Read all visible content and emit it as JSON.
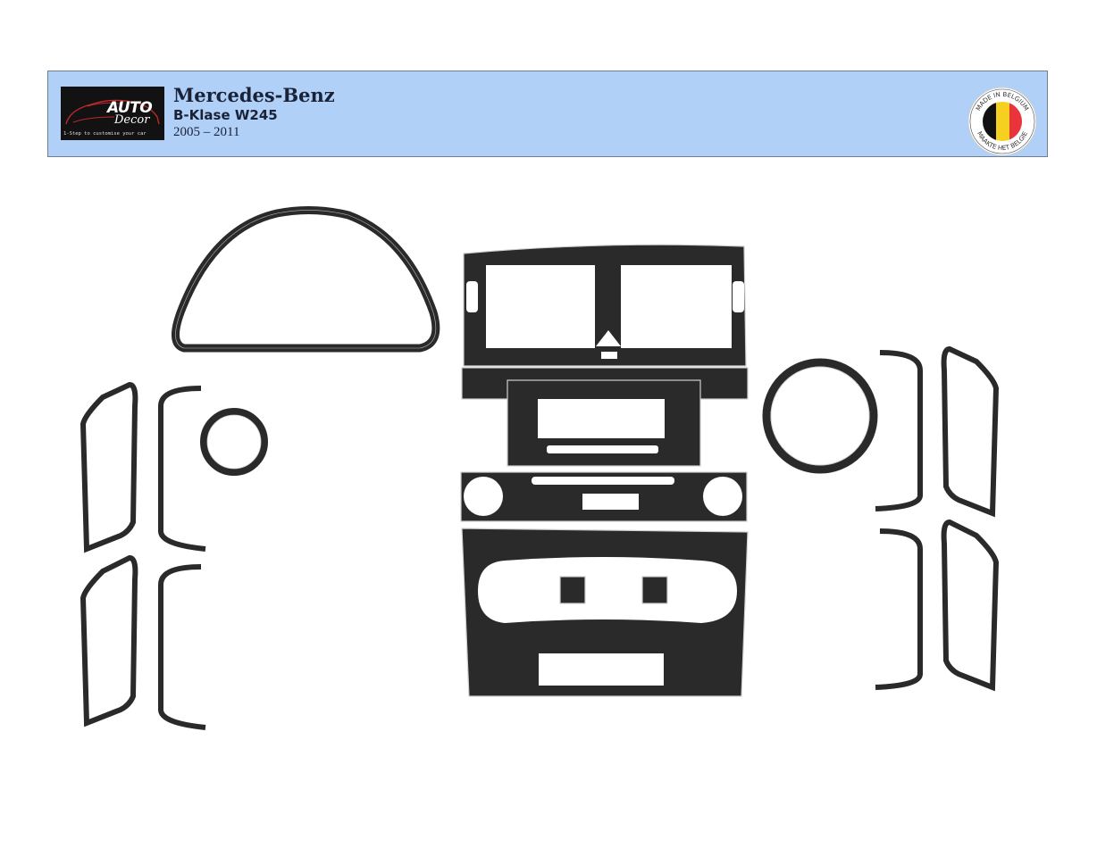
{
  "header": {
    "logo": {
      "name": "AUTO Decor",
      "word1": "AUTO",
      "word2": "Decor",
      "tagline": "1-Step to customise your car"
    },
    "brand": "Mercedes-Benz",
    "model": "B-Klase W245",
    "years": "2005 – 2011",
    "badge": {
      "top_text": "MADE IN BELGIUM",
      "bottom_text": "MAAKTE HET BELGIE",
      "flag_colors": [
        "#111111",
        "#f5d020",
        "#e8343a"
      ]
    }
  },
  "colors": {
    "header_bg": "#b0d0f8",
    "carbon": "#2a2a2a",
    "edge": "#cfcfcf"
  },
  "parts": [
    {
      "id": "instrument-cluster-ring"
    },
    {
      "id": "center-vent-panel"
    },
    {
      "id": "radio-frame"
    },
    {
      "id": "climate-upper-panel"
    },
    {
      "id": "climate-lower-panel"
    },
    {
      "id": "left-round-vent-ring"
    },
    {
      "id": "right-round-vent-ring"
    },
    {
      "id": "left-door-handle-trims"
    },
    {
      "id": "right-door-handle-trims"
    }
  ]
}
